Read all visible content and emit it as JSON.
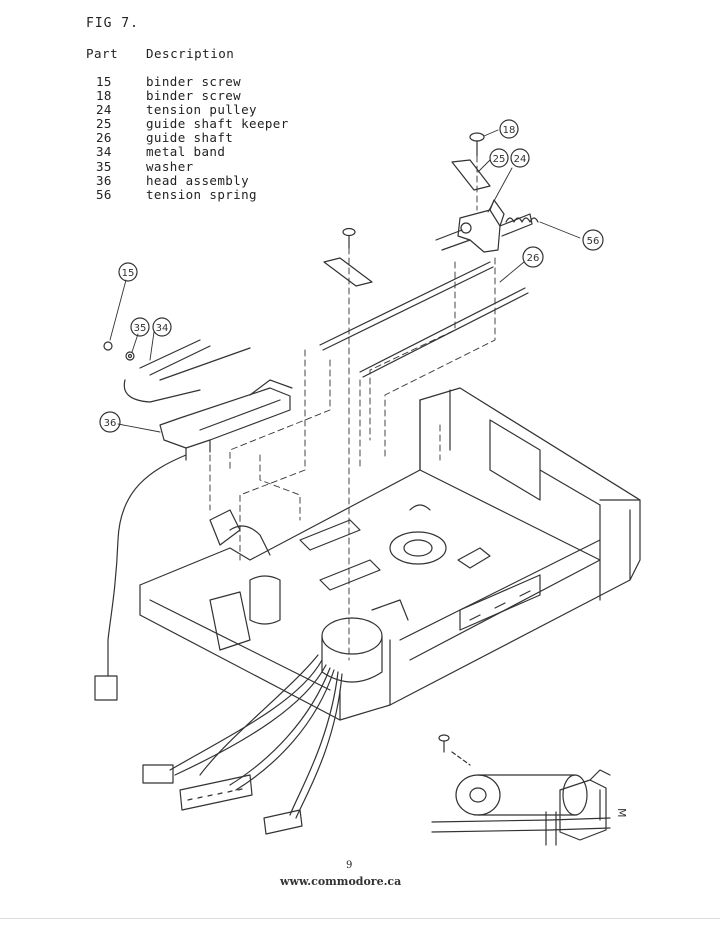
{
  "figure": {
    "title": "FIG 7."
  },
  "parts_table": {
    "headers": {
      "part": "Part",
      "description": "Description"
    },
    "rows": [
      {
        "part": "15",
        "description": "binder screw"
      },
      {
        "part": "18",
        "description": "binder screw"
      },
      {
        "part": "24",
        "description": "tension pulley"
      },
      {
        "part": "25",
        "description": "guide shaft keeper"
      },
      {
        "part": "26",
        "description": "guide shaft"
      },
      {
        "part": "34",
        "description": "metal band"
      },
      {
        "part": "35",
        "description": "washer"
      },
      {
        "part": "36",
        "description": "head assembly"
      },
      {
        "part": "56",
        "description": "tension spring"
      }
    ]
  },
  "callouts": {
    "c18": "18",
    "c25a": "25",
    "c24": "24",
    "c56": "56",
    "c26": "26",
    "c15": "15",
    "c35": "35",
    "c34": "34",
    "c36": "36"
  },
  "inset_label": "M",
  "footer": {
    "page_number": "9",
    "website": "www.commodore.ca"
  }
}
